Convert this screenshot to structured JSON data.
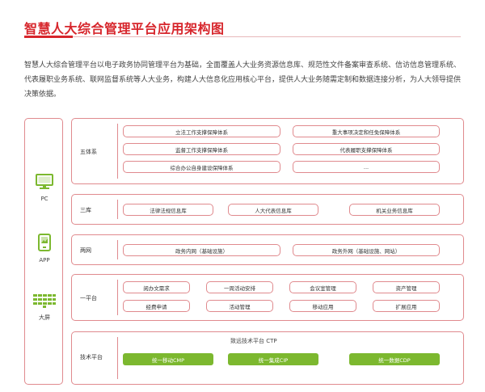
{
  "header": {
    "title": "智慧人大综合管理平台应用架构图",
    "description": "智慧人大综合管理平台以电子政务协同管理平台为基础，全面覆盖人大业务资源信息库、规范性文件备案审查系统、信访信息管理系统、代表履职业务系统、联网监督系统等人大业务，构建人大信息化应用核心平台，提供人大业务随需定制和数据连接分析，为人大领导提供决策依据。"
  },
  "clients": [
    {
      "label": "PC",
      "icon": "monitor-icon"
    },
    {
      "label": "APP",
      "icon": "mobile-app-icon"
    },
    {
      "label": "大屏",
      "icon": "large-screen-icon"
    }
  ],
  "rows": {
    "five": {
      "label": "五体系",
      "items": [
        "立法工作支撑保障体系",
        "重大事项决定和任免保障体系",
        "监督工作支撑保障体系",
        "代表履职支撑保障体系",
        "综合办公自身建设保障体系",
        "..."
      ]
    },
    "three": {
      "label": "三库",
      "items": [
        "法律法规信息库",
        "人大代表信息库",
        "机关业务信息库"
      ]
    },
    "two": {
      "label": "两网",
      "items": [
        "政务内网（基础设施）",
        "政务外网（基础设施、网站）"
      ]
    },
    "one": {
      "label": "一平台",
      "items": [
        "阅办文需求",
        "一周活动安排",
        "会议室管理",
        "资产管理",
        "经费申请",
        "活动管理",
        "移动应用",
        "扩展应用"
      ]
    },
    "tech": {
      "label": "技术平台",
      "platform": "致远技术平台 CTP",
      "items": [
        "统一移动CMP",
        "统一集成CIP",
        "统一数据CDP"
      ]
    }
  },
  "colors": {
    "accent": "#d7262c",
    "border": "#e08a8e",
    "green": "#7cb82f"
  }
}
